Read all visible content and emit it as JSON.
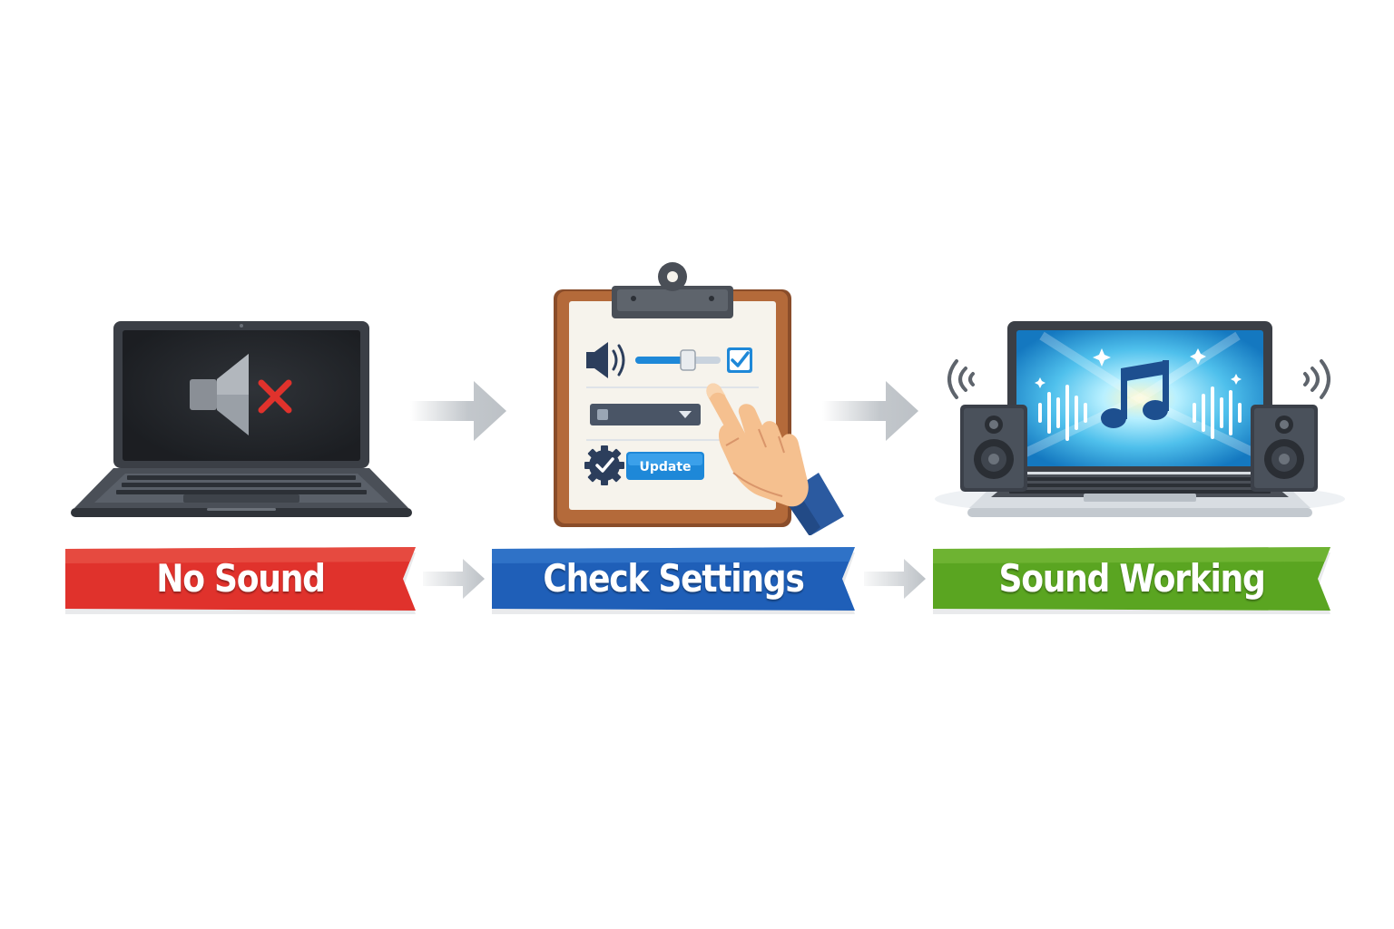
{
  "steps": [
    {
      "label": "No Sound",
      "color": "#e0322c"
    },
    {
      "label": "Check Settings",
      "color": "#1f5fb8"
    },
    {
      "label": "Sound Working",
      "color": "#5aa521"
    }
  ],
  "checklist": {
    "update_button_label": "Update"
  },
  "icons": {
    "step1": [
      "laptop-icon",
      "muted-speaker-icon",
      "red-x-icon"
    ],
    "step2": [
      "clipboard-icon",
      "speaker-icon",
      "volume-slider-icon",
      "checkbox-checked-icon",
      "dropdown-icon",
      "gear-check-icon",
      "update-button",
      "pointing-hand-icon"
    ],
    "step3": [
      "laptop-icon",
      "music-note-icon",
      "sound-wave-icon",
      "speaker-left-icon",
      "speaker-right-icon"
    ]
  },
  "colors": {
    "arrow": "#bcc1c6",
    "laptop_body": "#4a4f57",
    "screen_dark": "#1f2226",
    "screen_bright": "#4fc0ec",
    "clipboard_wood": "#b46a3a",
    "accent_blue": "#1e88d8"
  }
}
